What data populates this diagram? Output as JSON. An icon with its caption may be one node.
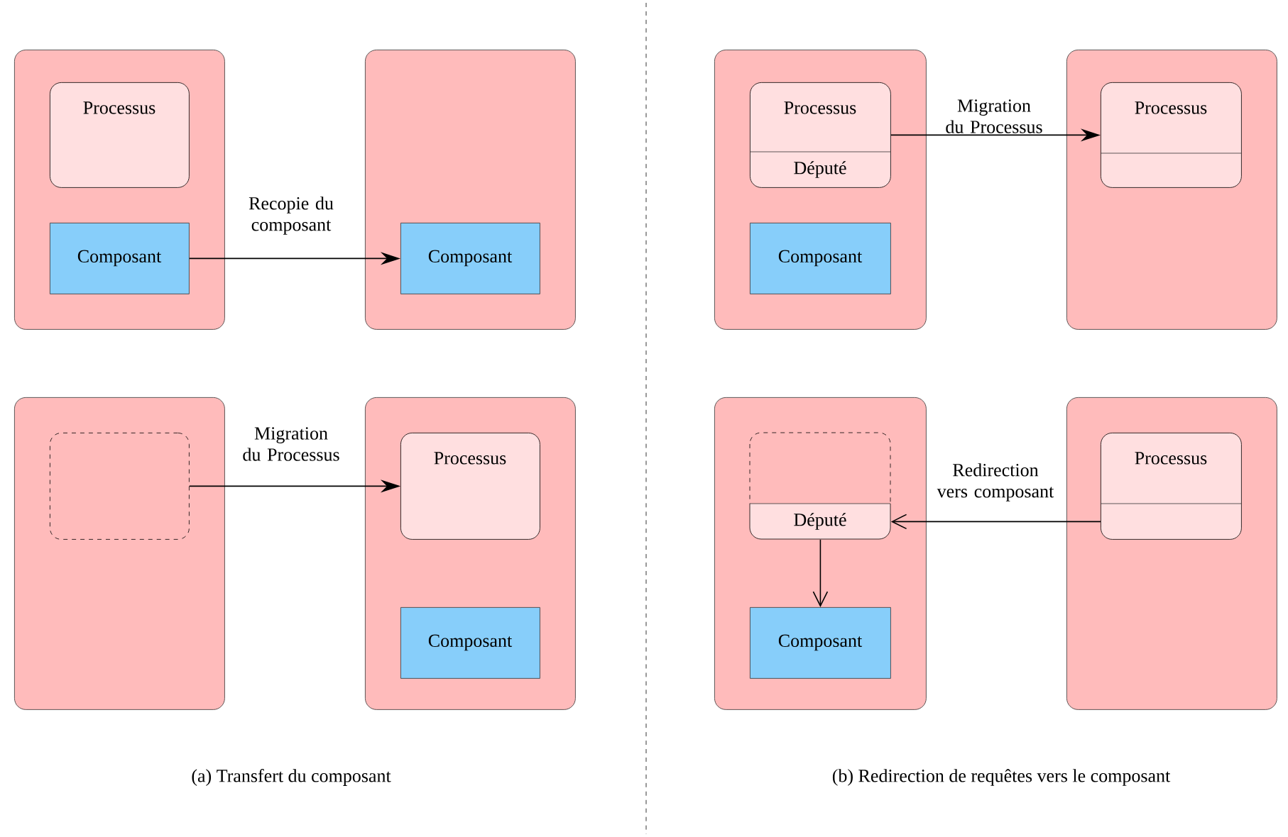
{
  "diagram": {
    "nodes": [
      {
        "text": [],
        "shape": "box"
      },
      {
        "text": [
          "Processus"
        ],
        "in": 0
      },
      {
        "text": [
          "Composant"
        ],
        "in": 0
      },
      {
        "text": [],
        "shape": "box"
      },
      {
        "text": [
          "Composant"
        ],
        "in": 3
      },
      {
        "text": [],
        "shape": "box"
      },
      {
        "text": [],
        "shape": "box",
        "in": 5
      },
      {
        "text": [],
        "shape": "box"
      },
      {
        "text": [
          "Processus"
        ],
        "in": 7
      },
      {
        "text": [
          "Composant"
        ],
        "in": 7
      },
      {
        "text": [],
        "shape": "box"
      },
      {
        "text": [
          "Processus",
          "Député"
        ],
        "in": 10
      },
      {
        "text": [
          "Composant"
        ],
        "in": 10
      },
      {
        "text": [],
        "shape": "box"
      },
      {
        "text": [
          "Processus"
        ],
        "in": 13
      },
      {
        "text": [],
        "shape": "box"
      },
      {
        "text": [
          "Député"
        ],
        "in": 15
      },
      {
        "text": [
          "Composant"
        ],
        "in": 15
      },
      {
        "text": [],
        "shape": "box"
      },
      {
        "text": [
          "Processus"
        ],
        "in": 18
      }
    ],
    "edges": [
      {
        "from": 2,
        "to": 4,
        "arrow": "to",
        "label": "Recopie du composant"
      },
      {
        "from": 6,
        "to": 8,
        "arrow": "to",
        "label": "Migration du Processus"
      },
      {
        "from": 11,
        "to": 14,
        "arrow": "to",
        "label": "Migration du Processus"
      },
      {
        "from": 19,
        "to": 16,
        "arrow": "to",
        "label": "Redirection vers composant"
      },
      {
        "from": 16,
        "to": 17,
        "arrow": "to"
      }
    ],
    "labels": [
      "(a) Transfert du composant",
      "(b) Redirection de requêtes vers le composant"
    ]
  }
}
